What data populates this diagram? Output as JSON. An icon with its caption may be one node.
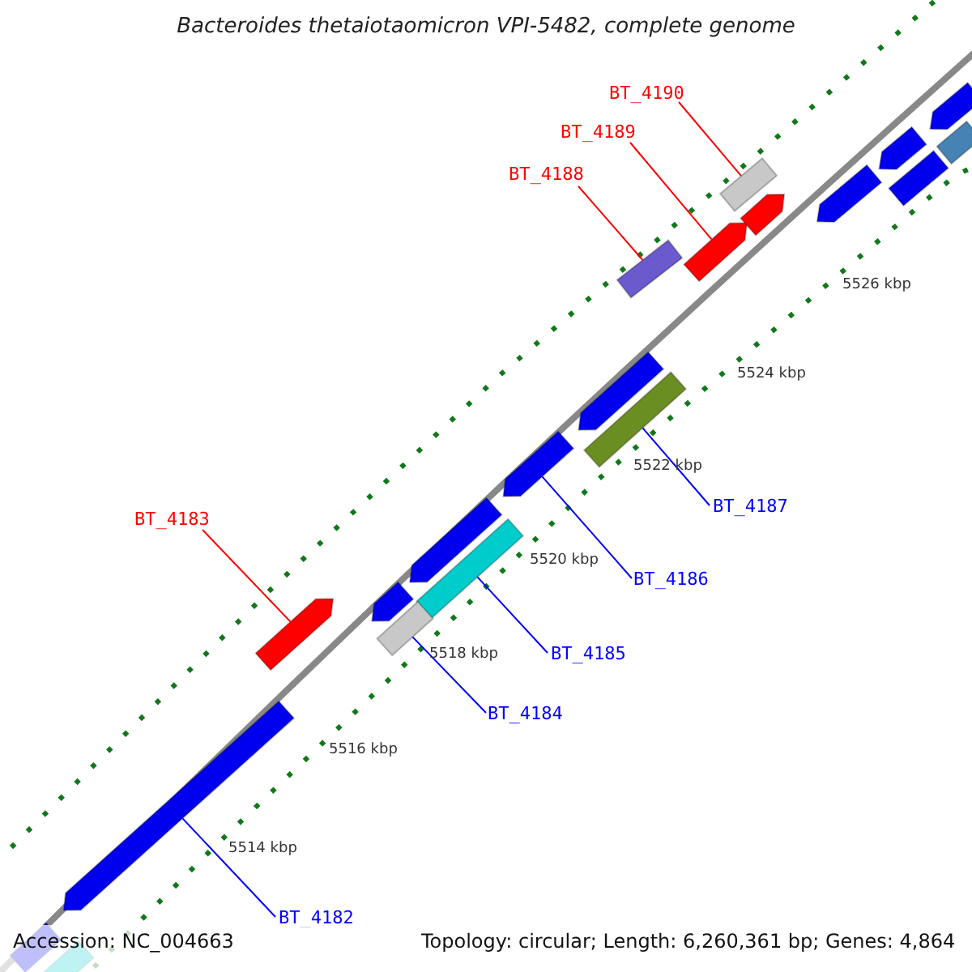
{
  "diagram": {
    "title": "Bacteroides thetaiotaomicron VPI-5482, complete genome",
    "nodes": [
      {
        "text": [
          "BT_4190"
        ]
      },
      {
        "text": [
          "BT_4189"
        ]
      },
      {
        "text": [
          "BT_4188"
        ]
      },
      {
        "text": [
          "BT_4183"
        ]
      },
      {
        "text": [
          "BT_4187"
        ]
      },
      {
        "text": [
          "BT_4186"
        ]
      },
      {
        "text": [
          "BT_4185"
        ]
      },
      {
        "text": [
          "BT_4184"
        ]
      },
      {
        "text": [
          "BT_4182"
        ]
      },
      {
        "text": [],
        "shape": "box"
      },
      {
        "text": [],
        "shape": "pentagon"
      },
      {
        "text": [],
        "shape": "box"
      },
      {
        "text": [],
        "shape": "pentagon"
      },
      {
        "text": [],
        "shape": "box"
      },
      {
        "text": [],
        "shape": "pentagon"
      },
      {
        "text": [],
        "shape": "box"
      },
      {
        "text": [],
        "shape": "box"
      },
      {
        "text": [],
        "shape": "pentagon"
      },
      {
        "text": [],
        "shape": "pentagon"
      },
      {
        "text": [],
        "shape": "pentagon"
      },
      {
        "text": [],
        "shape": "pentagon"
      },
      {
        "text": [],
        "shape": "box"
      },
      {
        "text": [],
        "shape": "box"
      },
      {
        "text": [],
        "shape": "pentagon"
      },
      {
        "text": [],
        "shape": "pentagon"
      },
      {
        "text": [],
        "shape": "pentagon"
      },
      {
        "text": [],
        "shape": "pentagon"
      },
      {
        "text": [],
        "shape": "box"
      },
      {
        "text": [],
        "shape": "box"
      }
    ],
    "edges": [
      {
        "from": 0,
        "to": 9,
        "arrow": "none",
        "color": "#ff0000"
      },
      {
        "from": 1,
        "to": 10,
        "arrow": "none",
        "color": "#ff0000"
      },
      {
        "from": 2,
        "to": 11,
        "arrow": "none",
        "color": "#ff0000"
      },
      {
        "from": 3,
        "to": 12,
        "arrow": "none",
        "color": "#ff0000"
      },
      {
        "from": 4,
        "to": 13,
        "arrow": "none",
        "color": "#0000ff"
      },
      {
        "from": 5,
        "to": 14,
        "arrow": "none",
        "color": "#0000ff"
      },
      {
        "from": 6,
        "to": 15,
        "arrow": "none",
        "color": "#0000ff"
      },
      {
        "from": 7,
        "to": 16,
        "arrow": "none",
        "color": "#0000ff"
      },
      {
        "from": 8,
        "to": 17,
        "arrow": "none",
        "color": "#0000ff"
      }
    ],
    "labels": [
      "5526 kbp",
      "5524 kbp",
      "5522 kbp",
      "5520 kbp",
      "5518 kbp",
      "5516 kbp",
      "5514 kbp",
      "Accession: NC_004663",
      "Topology: circular; Length: 6,260,361 bp; Genes: 4,864"
    ]
  }
}
